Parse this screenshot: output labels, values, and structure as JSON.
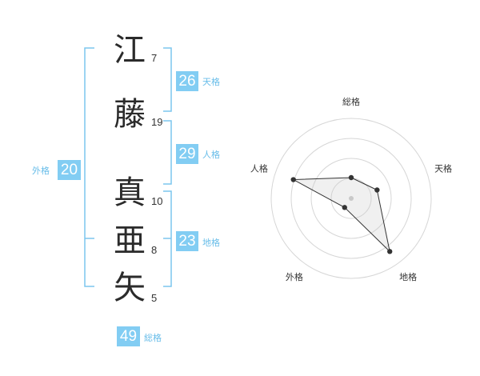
{
  "name_chars": [
    {
      "char": "江",
      "strokes": "7"
    },
    {
      "char": "藤",
      "strokes": "19"
    },
    {
      "char": "真",
      "strokes": "10"
    },
    {
      "char": "亜",
      "strokes": "8"
    },
    {
      "char": "矢",
      "strokes": "5"
    }
  ],
  "kakusu": {
    "tenkaku": {
      "value": "26",
      "label": "天格"
    },
    "jinkaku": {
      "value": "29",
      "label": "人格"
    },
    "chikaku": {
      "value": "23",
      "label": "地格"
    },
    "gaikaku": {
      "value": "20",
      "label": "外格"
    },
    "soukaku": {
      "value": "49",
      "label": "総格"
    }
  },
  "colors": {
    "accent": "#82cdf3",
    "bracket": "#7cc6ee",
    "label": "#68bde9",
    "text": "#2b2b2b"
  },
  "chart_data": {
    "type": "radar",
    "axes": [
      "総格",
      "天格",
      "地格",
      "外格",
      "人格"
    ],
    "rings": 4,
    "series": [
      {
        "values": [
          1.3,
          1.7,
          4.1,
          0.7,
          3.8
        ]
      }
    ],
    "rmax": 5
  }
}
